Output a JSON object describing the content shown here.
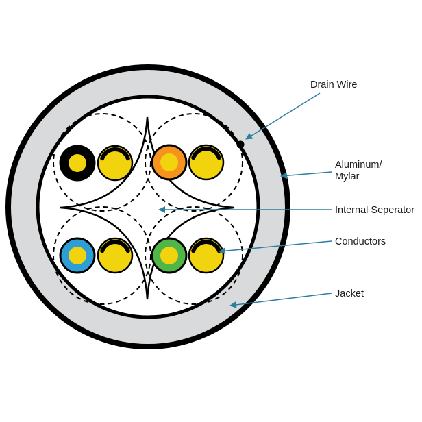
{
  "labels": {
    "drain_wire": "Drain Wire",
    "aluminum_mylar": "Aluminum/\nMylar",
    "internal_seperator": "Internal Seperator",
    "conductors": "Conductors",
    "jacket": "Jacket"
  },
  "colors": {
    "jacket_fill": "#d8dadc",
    "outline_black": "#000000",
    "conductor_yellow": "#f2d40e",
    "pair_black": "#000000",
    "pair_orange": "#f6921e",
    "pair_blue": "#2e9fd6",
    "pair_green": "#50b648",
    "arrow_blue": "#2b7e9d",
    "label_text": "#1b1b1b",
    "background": "#ffffff"
  }
}
